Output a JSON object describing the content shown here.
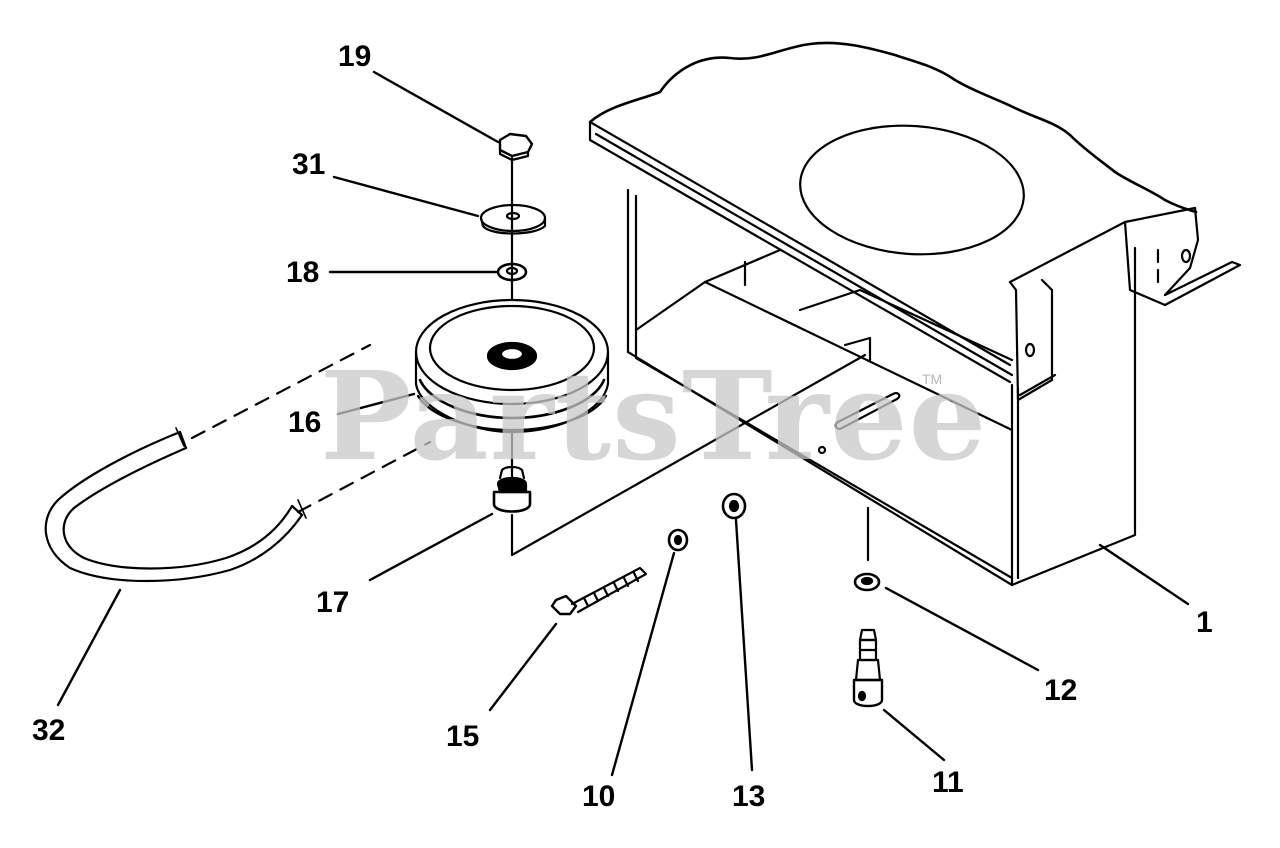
{
  "watermark": {
    "text": "PartsTree",
    "tm": "TM"
  },
  "callouts": {
    "c1": "1",
    "c10": "10",
    "c11": "11",
    "c12": "12",
    "c13": "13",
    "c15": "15",
    "c16": "16",
    "c17": "17",
    "c18": "18",
    "c19": "19",
    "c31": "31",
    "c32": "32"
  },
  "colors": {
    "line": "#000000",
    "watermark": "#c9c9c9",
    "background": "#ffffff"
  }
}
